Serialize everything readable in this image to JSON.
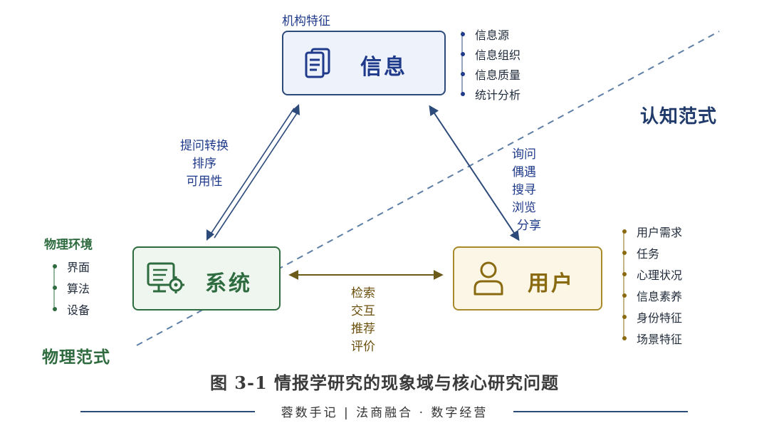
{
  "colors": {
    "info": "#1f3a8a",
    "system": "#2e6b3f",
    "user": "#8a6a10",
    "dashed": "#5e7fa6"
  },
  "nodes": {
    "info": {
      "title": "信息",
      "group_label": "机构特征",
      "icon": "document-icon",
      "attributes": [
        "信息源",
        "信息组织",
        "信息质量",
        "统计分析"
      ]
    },
    "system": {
      "title": "系统",
      "group_label": "物理环境",
      "icon": "monitor-gear-icon",
      "attributes": [
        "界面",
        "算法",
        "设备"
      ]
    },
    "user": {
      "title": "用户",
      "icon": "person-icon",
      "attributes": [
        "用户需求",
        "任务",
        "心理状况",
        "信息素养",
        "身份特征",
        "场景特征"
      ]
    }
  },
  "edges": {
    "info_system": [
      "提问转换",
      "排序",
      "可用性"
    ],
    "info_user": [
      "询问",
      "偶遇",
      "搜寻",
      "浏览",
      "分享"
    ],
    "system_user": [
      "检索",
      "交互",
      "推荐",
      "评价"
    ]
  },
  "paradigms": {
    "cognitive": "认知范式",
    "physical": "物理范式"
  },
  "caption": "图 3-1  情报学研究的现象域与核心研究问题",
  "footer": "蓉数手记 | 法商融合 · 数字经营"
}
